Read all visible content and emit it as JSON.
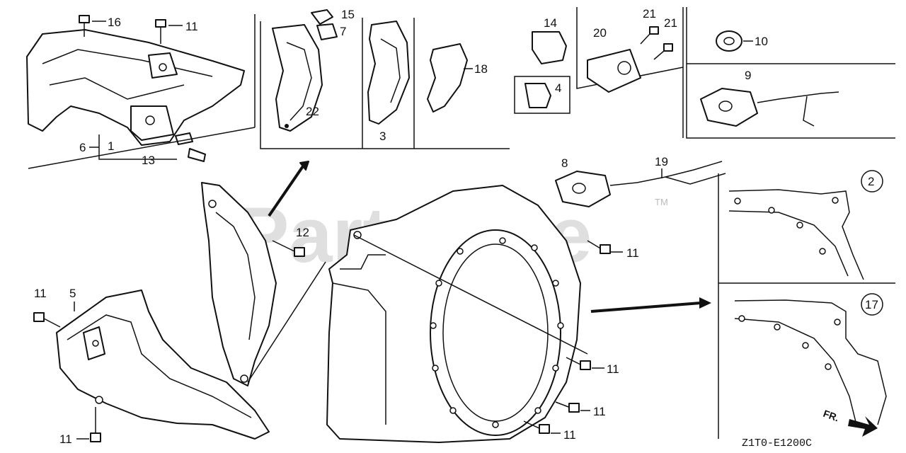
{
  "watermark": {
    "text": "PartsTree",
    "tm": "TM"
  },
  "diagram_code": "Z1T0-E1200C",
  "direction_label": "FR.",
  "callouts": [
    {
      "id": "c16a",
      "label": "16"
    },
    {
      "id": "c11a",
      "label": "11"
    },
    {
      "id": "c6",
      "label": "6"
    },
    {
      "id": "c1",
      "label": "1"
    },
    {
      "id": "c13",
      "label": "13"
    },
    {
      "id": "c15",
      "label": "15"
    },
    {
      "id": "c7",
      "label": "7"
    },
    {
      "id": "c22",
      "label": "22"
    },
    {
      "id": "c3",
      "label": "3"
    },
    {
      "id": "c18",
      "label": "18"
    },
    {
      "id": "c14",
      "label": "14"
    },
    {
      "id": "c4",
      "label": "4"
    },
    {
      "id": "c20",
      "label": "20"
    },
    {
      "id": "c21a",
      "label": "21"
    },
    {
      "id": "c21b",
      "label": "21"
    },
    {
      "id": "c10",
      "label": "10"
    },
    {
      "id": "c9",
      "label": "9"
    },
    {
      "id": "c8",
      "label": "8"
    },
    {
      "id": "c19",
      "label": "19"
    },
    {
      "id": "c12",
      "label": "12"
    },
    {
      "id": "c11b",
      "label": "11"
    },
    {
      "id": "c11c",
      "label": "11"
    },
    {
      "id": "c5",
      "label": "5"
    },
    {
      "id": "c11d",
      "label": "11"
    },
    {
      "id": "c11e",
      "label": "11"
    },
    {
      "id": "c11f",
      "label": "11"
    },
    {
      "id": "c11g",
      "label": "11"
    }
  ],
  "variants": [
    {
      "id": "v2",
      "label": "2"
    },
    {
      "id": "v17",
      "label": "17"
    }
  ]
}
